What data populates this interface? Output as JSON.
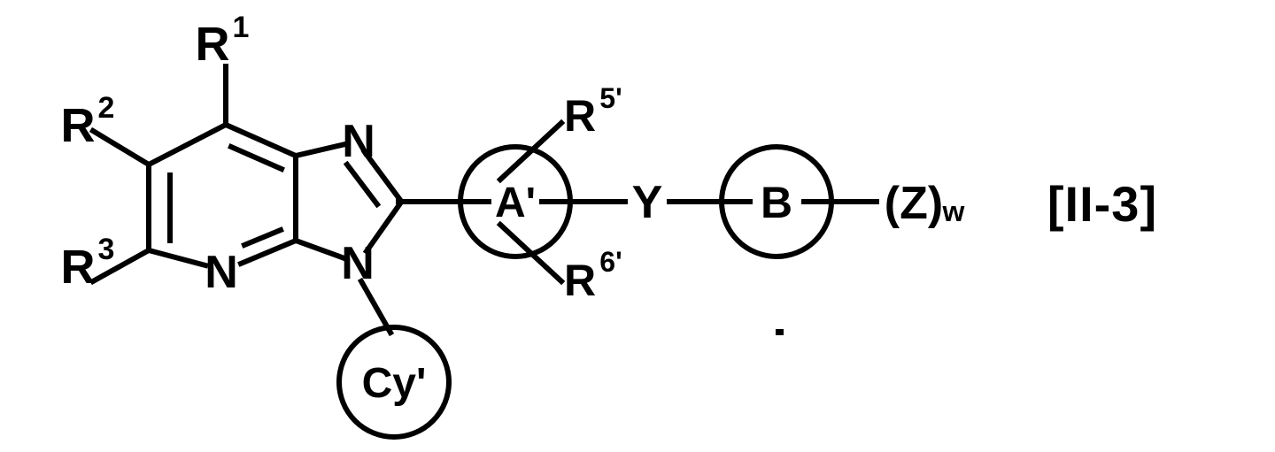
{
  "diagram": {
    "kind": "chemical-structure",
    "formula_tag": "[II-3]",
    "core_name": "imidazo[4,5-b]pyridine",
    "atoms": {
      "pyridine_nitrogen": "N",
      "imidazole_nitrogen_top": "N",
      "imidazole_nitrogen_bottom": "N"
    },
    "substituents": {
      "r1": "R",
      "r1_sup": "1",
      "r2": "R",
      "r2_sup": "2",
      "r3": "R",
      "r3_sup": "3",
      "r5prime": "R",
      "r5prime_sup": "5'",
      "r6prime": "R",
      "r6prime_sup": "6'"
    },
    "rings": {
      "cy_prime": "Cy'",
      "a_prime": "A'",
      "b_ring": "B"
    },
    "linkers": {
      "y_linker": "Y",
      "z_group": "(Z)",
      "z_subscript": "w"
    },
    "colors": {
      "ink": "#000000",
      "background": "#ffffff"
    },
    "stroke": {
      "bond_width": 6,
      "circle_width": 6
    }
  }
}
